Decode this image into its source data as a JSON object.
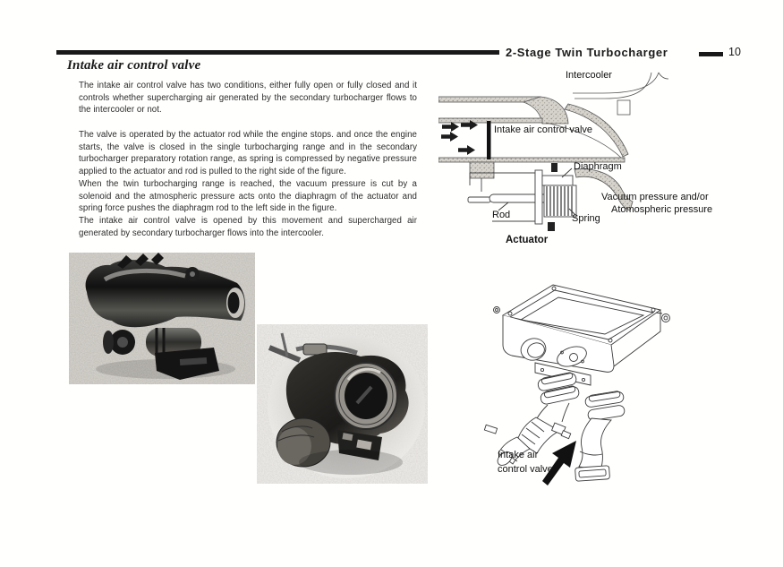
{
  "header": {
    "title": "2-Stage Twin Turbocharger",
    "page_number": "10"
  },
  "article": {
    "title": "Intake air control valve",
    "intro": "The intake air control valve has two conditions, either fully open or fully closed and it controls whether supercharging air generated by the secondary turbocharger flows to the intercooler or not.",
    "body": [
      "The valve is operated by the actuator rod while the engine stops. and once the engine starts, the valve is closed in the single turbocharging range and in the secondary turbocharger preparatory rotation range, as spring is compressed by negative pressure applied to the actuator and rod is pulled to the right side of the figure.",
      "When the twin turbocharging range is reached, the vacuum pressure is cut by a solenoid and the atmospheric pressure acts onto the diaphragm of the actuator and spring force pushes the diaphragm rod to the left side in the figure.",
      "The intake air control valve is opened by this movement and supercharged air generated by secondary turbocharger flows into the intercooler."
    ]
  },
  "schematic": {
    "labels": {
      "intercooler": "Intercooler",
      "intake_valve": "Intake air control valve",
      "diaphragm": "Diaphragm",
      "pressure_line1": "Vacuum pressure and/or",
      "pressure_line2": "Atomospheric pressure",
      "rod": "Rod",
      "spring": "Spring",
      "actuator": "Actuator"
    }
  },
  "bottom_figure": {
    "labels": {
      "line1": "Intake air",
      "line2": "control valve"
    }
  },
  "colors": {
    "ink": "#1a1a1a",
    "paper": "#ffffff",
    "photo_background": "#d8d5d0"
  }
}
